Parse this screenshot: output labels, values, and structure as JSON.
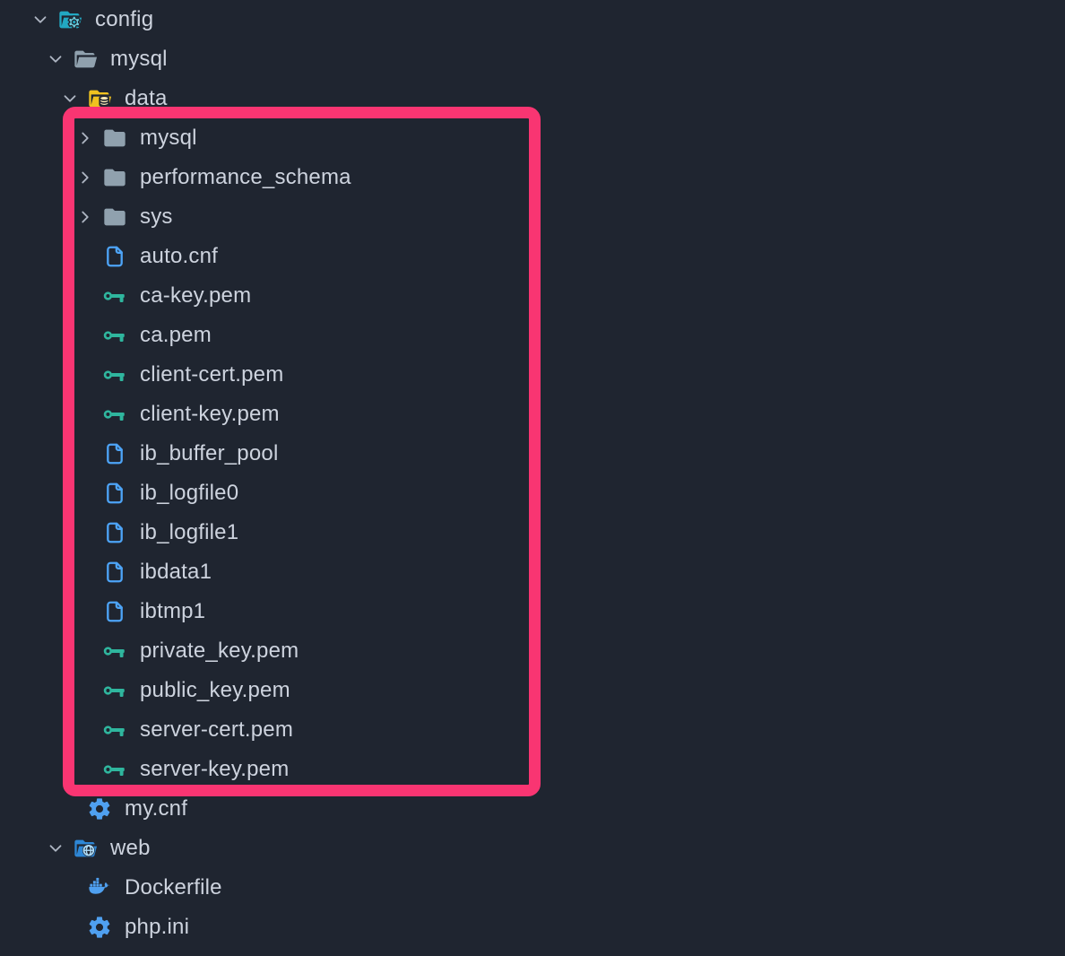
{
  "colors": {
    "background": "#1f2530",
    "text": "#cdd3de",
    "chevron": "#aeb6c3",
    "folder-gray": "#90a1ae",
    "folder-teal": "#22a8c2",
    "gear-teal": "#6ed0e0",
    "folder-yellow": "#f0c21f",
    "database-pale": "#f7e8b6",
    "folder-blue": "#2e87d6",
    "globe-blue": "#aedcf8",
    "file-blue": "#4da4f7",
    "key-teal": "#2fb69e",
    "gear-blue": "#4fa0f0",
    "docker-blue": "#4fa0f0",
    "highlight-pink": "#f93572"
  },
  "annotation": {
    "description": "pink highlight box drawn around the contents of the expanded data folder"
  },
  "tree": {
    "rows": [
      {
        "depth": 0,
        "chevron": "down",
        "icon": "config-folder-icon",
        "label": "config",
        "kind": "folder",
        "expanded": true
      },
      {
        "depth": 1,
        "chevron": "down",
        "icon": "open-folder-icon",
        "label": "mysql",
        "kind": "folder",
        "expanded": true
      },
      {
        "depth": 2,
        "chevron": "down",
        "icon": "database-folder-icon",
        "label": "data",
        "kind": "folder",
        "expanded": true
      },
      {
        "depth": 3,
        "chevron": "right",
        "icon": "folder-icon",
        "label": "mysql",
        "kind": "folder",
        "expanded": false
      },
      {
        "depth": 3,
        "chevron": "right",
        "icon": "folder-icon",
        "label": "performance_schema",
        "kind": "folder",
        "expanded": false
      },
      {
        "depth": 3,
        "chevron": "right",
        "icon": "folder-icon",
        "label": "sys",
        "kind": "folder",
        "expanded": false
      },
      {
        "depth": 3,
        "chevron": null,
        "icon": "file-icon",
        "label": "auto.cnf",
        "kind": "file"
      },
      {
        "depth": 3,
        "chevron": null,
        "icon": "key-icon",
        "label": "ca-key.pem",
        "kind": "file"
      },
      {
        "depth": 3,
        "chevron": null,
        "icon": "key-icon",
        "label": "ca.pem",
        "kind": "file"
      },
      {
        "depth": 3,
        "chevron": null,
        "icon": "key-icon",
        "label": "client-cert.pem",
        "kind": "file"
      },
      {
        "depth": 3,
        "chevron": null,
        "icon": "key-icon",
        "label": "client-key.pem",
        "kind": "file"
      },
      {
        "depth": 3,
        "chevron": null,
        "icon": "file-icon",
        "label": "ib_buffer_pool",
        "kind": "file"
      },
      {
        "depth": 3,
        "chevron": null,
        "icon": "file-icon",
        "label": "ib_logfile0",
        "kind": "file"
      },
      {
        "depth": 3,
        "chevron": null,
        "icon": "file-icon",
        "label": "ib_logfile1",
        "kind": "file"
      },
      {
        "depth": 3,
        "chevron": null,
        "icon": "file-icon",
        "label": "ibdata1",
        "kind": "file"
      },
      {
        "depth": 3,
        "chevron": null,
        "icon": "file-icon",
        "label": "ibtmp1",
        "kind": "file"
      },
      {
        "depth": 3,
        "chevron": null,
        "icon": "key-icon",
        "label": "private_key.pem",
        "kind": "file"
      },
      {
        "depth": 3,
        "chevron": null,
        "icon": "key-icon",
        "label": "public_key.pem",
        "kind": "file"
      },
      {
        "depth": 3,
        "chevron": null,
        "icon": "key-icon",
        "label": "server-cert.pem",
        "kind": "file"
      },
      {
        "depth": 3,
        "chevron": null,
        "icon": "key-icon",
        "label": "server-key.pem",
        "kind": "file"
      },
      {
        "depth": 2,
        "chevron": null,
        "icon": "gear-icon",
        "label": "my.cnf",
        "kind": "file"
      },
      {
        "depth": 1,
        "chevron": "down",
        "icon": "web-folder-icon",
        "label": "web",
        "kind": "folder",
        "expanded": true
      },
      {
        "depth": 2,
        "chevron": null,
        "icon": "docker-icon",
        "label": "Dockerfile",
        "kind": "file"
      },
      {
        "depth": 2,
        "chevron": null,
        "icon": "gear-icon",
        "label": "php.ini",
        "kind": "file"
      }
    ]
  }
}
